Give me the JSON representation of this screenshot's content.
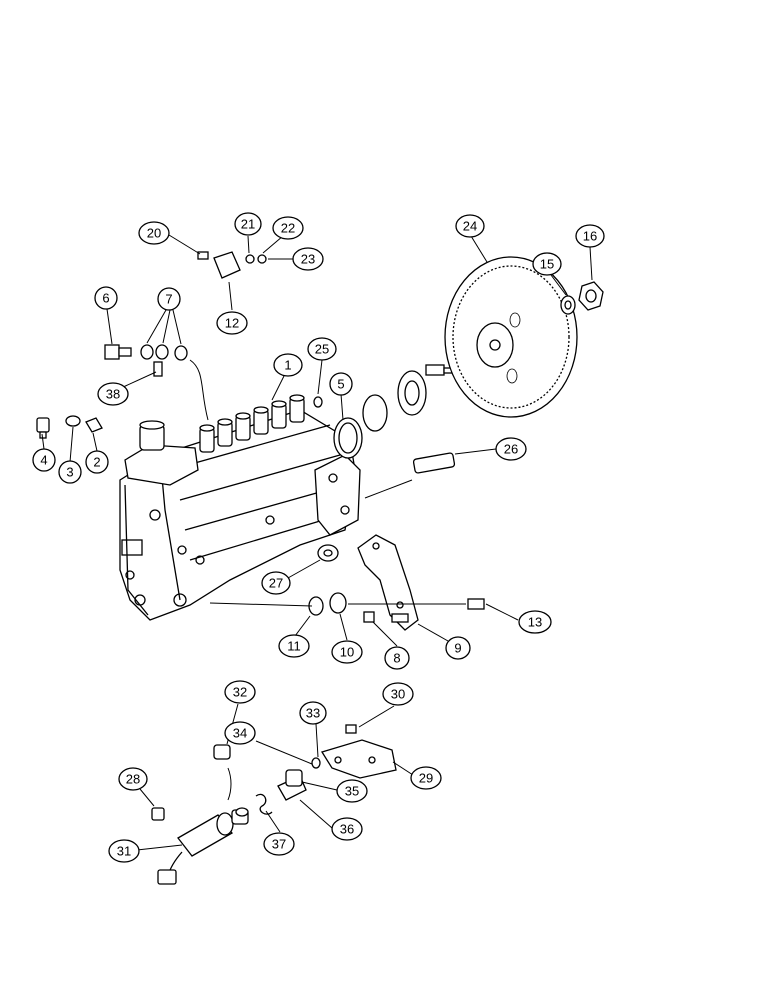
{
  "callouts": [
    {
      "id": "c1",
      "label": "1"
    },
    {
      "id": "c2",
      "label": "2"
    },
    {
      "id": "c3",
      "label": "3"
    },
    {
      "id": "c4",
      "label": "4"
    },
    {
      "id": "c5",
      "label": "5"
    },
    {
      "id": "c6",
      "label": "6"
    },
    {
      "id": "c7",
      "label": "7"
    },
    {
      "id": "c8",
      "label": "8"
    },
    {
      "id": "c9",
      "label": "9"
    },
    {
      "id": "c10",
      "label": "10"
    },
    {
      "id": "c11",
      "label": "11"
    },
    {
      "id": "c12",
      "label": "12"
    },
    {
      "id": "c13",
      "label": "13"
    },
    {
      "id": "c15",
      "label": "15"
    },
    {
      "id": "c16",
      "label": "16"
    },
    {
      "id": "c20",
      "label": "20"
    },
    {
      "id": "c21",
      "label": "21"
    },
    {
      "id": "c22",
      "label": "22"
    },
    {
      "id": "c23",
      "label": "23"
    },
    {
      "id": "c24",
      "label": "24"
    },
    {
      "id": "c25",
      "label": "25"
    },
    {
      "id": "c26",
      "label": "26"
    },
    {
      "id": "c27",
      "label": "27"
    },
    {
      "id": "c28",
      "label": "28"
    },
    {
      "id": "c29",
      "label": "29"
    },
    {
      "id": "c30",
      "label": "30"
    },
    {
      "id": "c31",
      "label": "31"
    },
    {
      "id": "c32",
      "label": "32"
    },
    {
      "id": "c33",
      "label": "33"
    },
    {
      "id": "c34",
      "label": "34"
    },
    {
      "id": "c35",
      "label": "35"
    },
    {
      "id": "c36",
      "label": "36"
    },
    {
      "id": "c37",
      "label": "37"
    },
    {
      "id": "c38",
      "label": "38"
    }
  ]
}
